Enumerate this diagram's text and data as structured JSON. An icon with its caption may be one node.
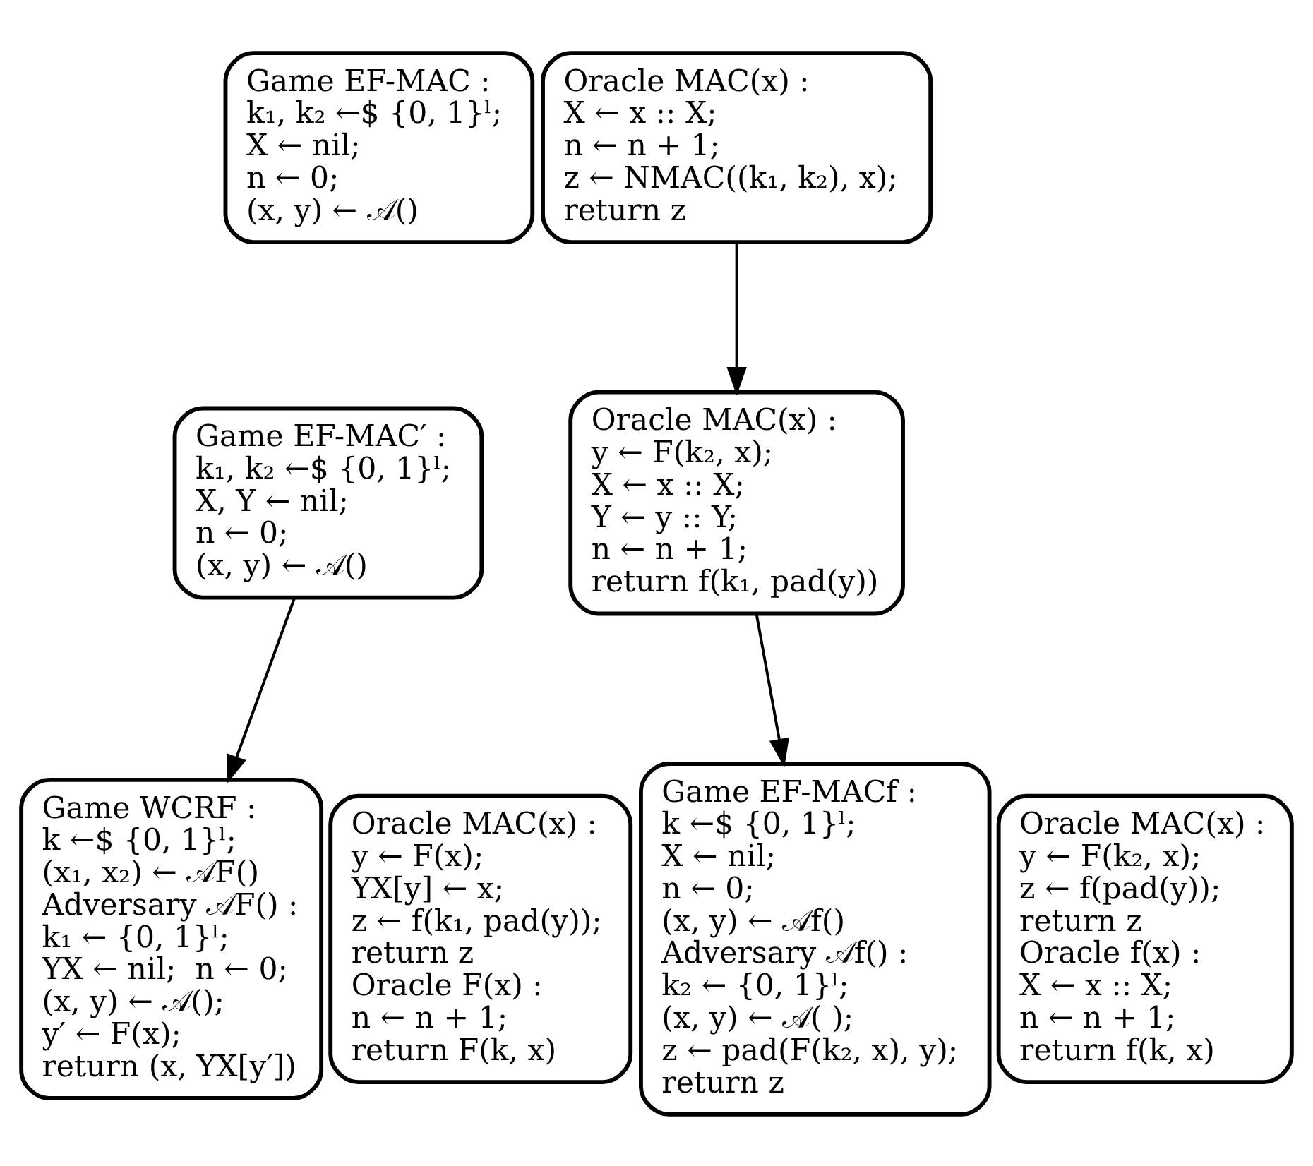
{
  "diagram": {
    "nodes": [
      {
        "text": [
          "Game EF-MAC :",
          "k₁, k₂ ←$ {0, 1}ˡ;",
          "X ← nil;",
          "n ← 0;",
          "(x, y) ← 𝒜()"
        ]
      },
      {
        "text": [
          "Oracle MAC(x) :",
          "X ← x :: X;",
          "n ← n + 1;",
          "z ← NMAC((k₁, k₂), x);",
          "return z"
        ]
      },
      {
        "text": [
          "Game EF-MAC′ :",
          "k₁, k₂ ←$ {0, 1}ˡ;",
          "X, Y ← nil;",
          "n ← 0;",
          "(x, y) ← 𝒜()"
        ]
      },
      {
        "text": [
          "Oracle MAC(x) :",
          "y ← F(k₂, x);",
          "X ← x :: X;",
          "Y ← y :: Y;",
          "n ← n + 1;",
          "return f(k₁, pad(y))"
        ]
      },
      {
        "text": [
          "Game WCRF :",
          "k ←$ {0, 1}ˡ;",
          "(x₁, x₂) ← 𝒜F()",
          "Adversary 𝒜F() :",
          "k₁ ← {0, 1}ˡ;",
          "YX ← nil;  n ← 0;",
          "(x, y) ← 𝒜();",
          "y′ ← F(x);",
          "return (x, YX[y′])"
        ]
      },
      {
        "text": [
          "Oracle MAC(x) :",
          "y ← F(x);",
          "YX[y] ← x;",
          "z ← f(k₁, pad(y));",
          "return z",
          "Oracle F(x) :",
          "n ← n + 1;",
          "return F(k, x)"
        ]
      },
      {
        "text": [
          "Game EF-MACf :",
          "k ←$ {0, 1}ˡ;",
          "X ← nil;",
          "n ← 0;",
          "(x, y) ← 𝒜f()",
          "Adversary 𝒜f() :",
          "k₂ ← {0, 1}ˡ;",
          "(x, y) ← 𝒜( );",
          "z ← pad(F(k₂, x), y);",
          "return z"
        ]
      },
      {
        "text": [
          "Oracle MAC(x) :",
          "y ← F(k₂, x);",
          "z ← f(pad(y));",
          "return z",
          "Oracle f(x) :",
          "X ← x :: X;",
          "n ← n + 1;",
          "return f(k, x)"
        ]
      }
    ],
    "edges": [
      {
        "from": 1,
        "to": 3,
        "arrow": "to"
      },
      {
        "from": 2,
        "to": 4,
        "arrow": "to"
      },
      {
        "from": 3,
        "to": 6,
        "arrow": "to"
      }
    ]
  }
}
